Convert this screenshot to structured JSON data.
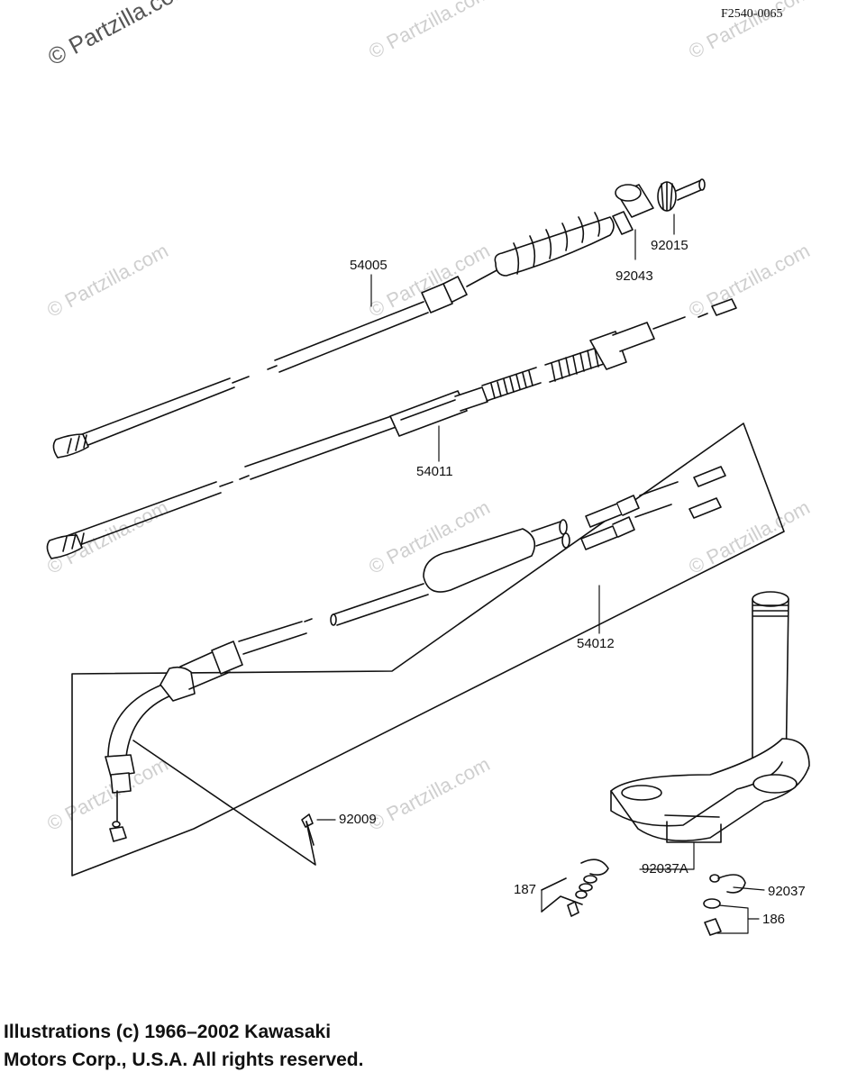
{
  "diagram_code": "F2540-0065",
  "watermark": "© Partzilla.com",
  "watermark_corner": "© Partzilla.com",
  "part_labels": {
    "p54005": "54005",
    "p92043": "92043",
    "p92015": "92015",
    "p54011": "54011",
    "p54012": "54012",
    "p92009": "92009",
    "p92037A": "92037A",
    "p187": "187",
    "p92037": "92037",
    "p186": "186"
  },
  "copyright": {
    "line1": "Illustrations (c) 1966–2002 Kawasaki",
    "line2": "Motors Corp., U.S.A.  All rights reserved."
  }
}
